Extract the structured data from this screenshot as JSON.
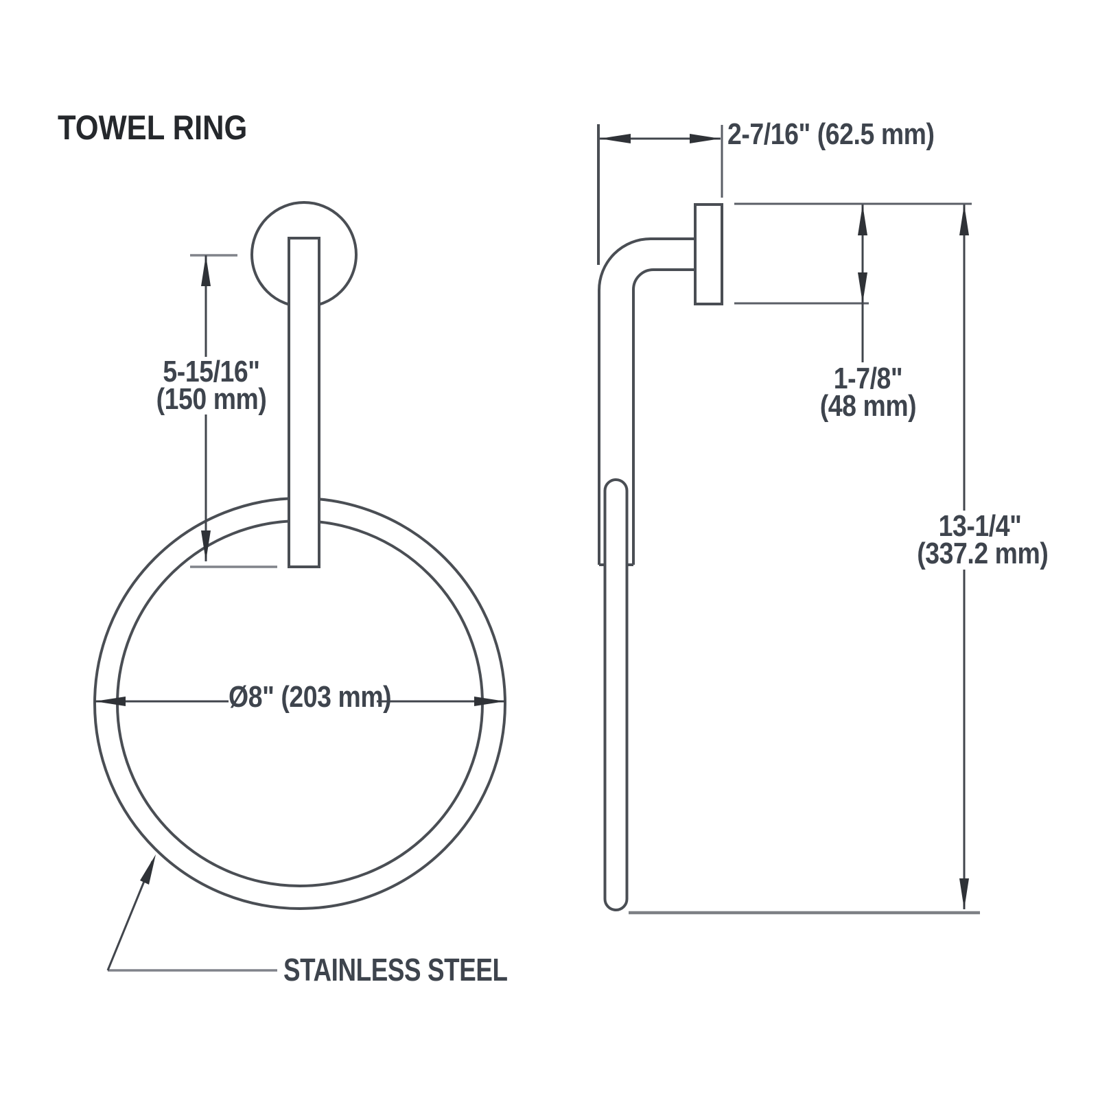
{
  "title": "TOWEL RING",
  "front_view": {
    "drop_dim_in": "5-15/16\"",
    "drop_dim_mm": "(150 mm)",
    "diameter_dim": "Ø8\" (203 mm)",
    "material_label": "STAINLESS STEEL"
  },
  "side_view": {
    "depth_dim": "2-7/16\" (62.5 mm)",
    "projection_dim_in": "1-7/8\"",
    "projection_dim_mm": "(48 mm)",
    "height_dim_in": "13-1/4\"",
    "height_dim_mm": "(337.2 mm)"
  },
  "colors": {
    "background": "#ffffff",
    "object_line": "#4a4e54",
    "dimension_line": "#41454c",
    "extension_line_gray": "#80838a",
    "arrow": "#2f3237",
    "dimension_text": "#3e444d",
    "title_text": "#25282c"
  }
}
